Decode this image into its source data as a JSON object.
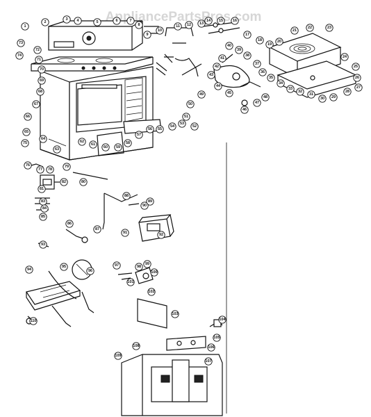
{
  "watermark": "AppliancePartsPros.com",
  "callouts": [
    "1",
    "2",
    "3",
    "4",
    "5",
    "6",
    "7",
    "8",
    "9",
    "10",
    "11",
    "12",
    "13",
    "14",
    "15",
    "16",
    "17",
    "18",
    "19",
    "20",
    "21",
    "22",
    "23",
    "24",
    "25",
    "26",
    "27",
    "28",
    "29",
    "30",
    "31",
    "32",
    "33",
    "34",
    "35",
    "36",
    "37",
    "38",
    "39",
    "40",
    "41",
    "42",
    "43",
    "44",
    "45",
    "46",
    "47",
    "48",
    "49",
    "50",
    "51",
    "52",
    "53",
    "54",
    "55",
    "56",
    "57",
    "58",
    "59",
    "60",
    "61",
    "62",
    "63",
    "64",
    "65",
    "66",
    "67",
    "68",
    "69",
    "70",
    "71",
    "72",
    "73",
    "74",
    "75",
    "76",
    "77",
    "78",
    "79",
    "80",
    "81",
    "82",
    "83",
    "84",
    "85",
    "86",
    "87",
    "88",
    "89",
    "90",
    "91",
    "92",
    "93",
    "94",
    "95",
    "96",
    "97",
    "98",
    "99",
    "100",
    "101",
    "102",
    "103",
    "104",
    "105",
    "106",
    "107",
    "108",
    "109",
    "110"
  ]
}
